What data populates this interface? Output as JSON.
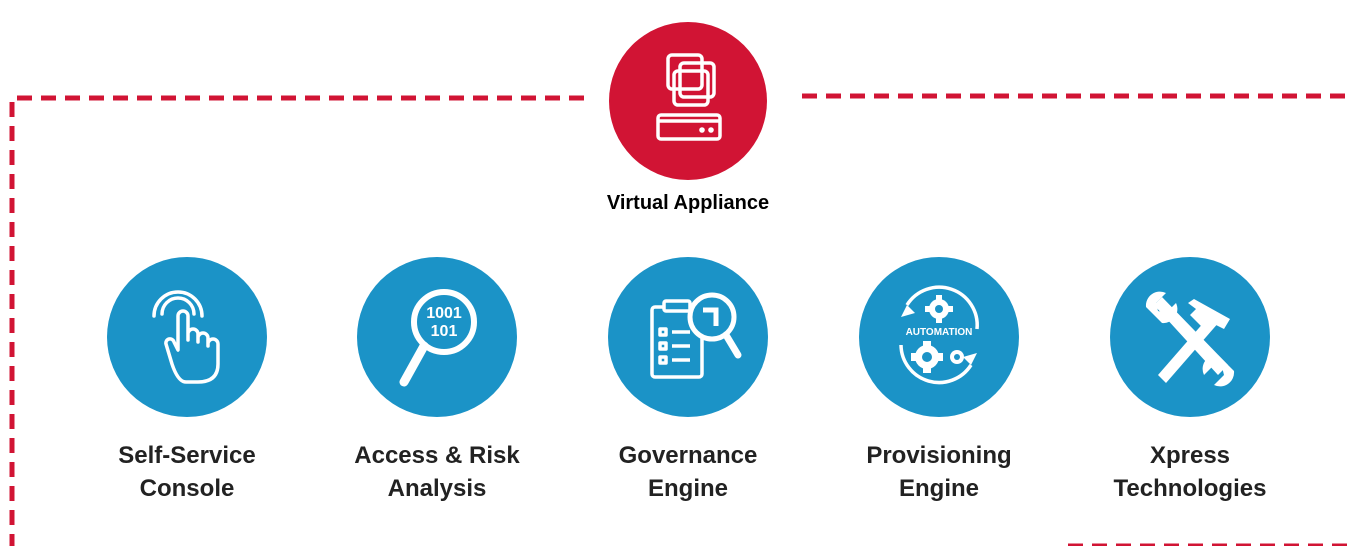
{
  "colors": {
    "accent_red": "#d11434",
    "accent_blue": "#1b93c7",
    "frame_dash": "#d11434"
  },
  "hub": {
    "label": "Virtual Appliance",
    "icon": "virtual-appliance-icon"
  },
  "modules": [
    {
      "line1": "Self-Service",
      "line2": "Console",
      "icon": "touch-hand-icon"
    },
    {
      "line1": "Access & Risk",
      "line2": "Analysis",
      "icon": "binary-magnifier-icon",
      "icon_text_1": "1001",
      "icon_text_2": "101"
    },
    {
      "line1": "Governance",
      "line2": "Engine",
      "icon": "clipboard-magnifier-icon"
    },
    {
      "line1": "Provisioning",
      "line2": "Engine",
      "icon": "automation-gears-icon",
      "icon_text": "AUTOMATION"
    },
    {
      "line1": "Xpress",
      "line2": "Technologies",
      "icon": "hammer-wrench-icon"
    }
  ]
}
